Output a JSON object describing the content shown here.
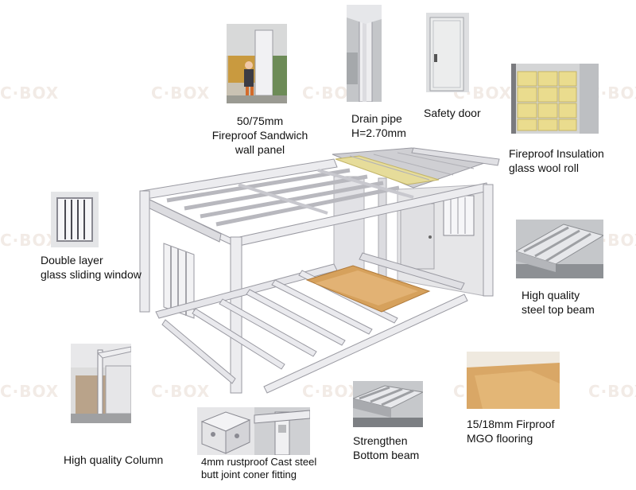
{
  "watermark": "C·BOX",
  "labels": {
    "wall_panel": [
      "50/75mm",
      "Fireproof Sandwich",
      "wall panel"
    ],
    "drain_pipe": [
      "Drain pipe",
      "H=2.70mm"
    ],
    "safety_door": [
      "Safety door"
    ],
    "insulation": [
      "Fireproof Insulation",
      "glass wool roll"
    ],
    "window": [
      "Double layer",
      "glass sliding window"
    ],
    "top_beam": [
      "High quality",
      "steel top beam"
    ],
    "column": [
      "High quality Column"
    ],
    "corner_fitting": [
      "4mm rustproof Cast steel",
      "butt joint coner fitting"
    ],
    "bottom_beam": [
      "Strengthen",
      "Bottom beam"
    ],
    "flooring": [
      "15/18mm Firproof",
      "MGO flooring"
    ]
  },
  "colors": {
    "frame": "#e9e9ec",
    "frame_edge": "#9a9aa2",
    "insulation": "#e9dc97",
    "floor_wood": "#d7a460",
    "text": "#111111"
  }
}
